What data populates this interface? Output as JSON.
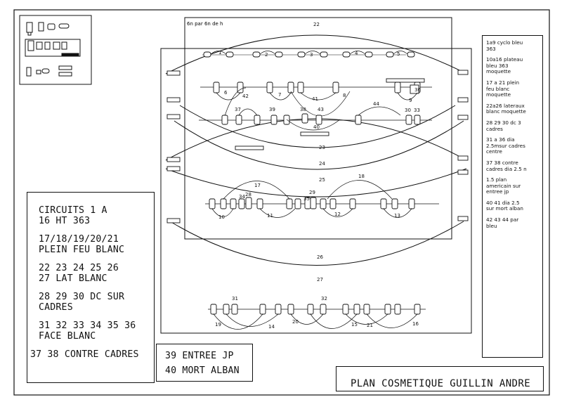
{
  "header_label": "6n par 6n de h",
  "circuit_numbers": {
    "n1": "1",
    "n2": "2",
    "n3": "3",
    "n4": "4",
    "n5": "5",
    "n6": "6",
    "n7": "7",
    "n8": "8",
    "n9": "9",
    "n10": "10",
    "n11": "11",
    "n12": "12",
    "n13": "13",
    "n14": "14",
    "n15": "15",
    "n16": "16",
    "n17": "17",
    "n18": "18",
    "n19": "19",
    "n20": "20",
    "n21": "21",
    "n22": "22",
    "n23": "23",
    "n24": "24",
    "n25": "25",
    "n26": "26",
    "n27": "27",
    "n28": "28",
    "n29": "29",
    "n30": "30",
    "n31": "31",
    "n32": "32",
    "n33": "33",
    "n34": "34",
    "n35": "35",
    "n36": "36",
    "n37": "37",
    "n38": "38",
    "n39": "39",
    "n40": "40",
    "n41": "41",
    "n42": "42",
    "n43": "43",
    "n44": "44"
  },
  "circuits_legend": {
    "g1": [
      "CIRCUITS 1 A",
      "16 HT 363"
    ],
    "g2": [
      "17/18/19/20/21",
      "PLEIN FEU BLANC"
    ],
    "g3": [
      "22 23 24 25 26",
      "27 LAT BLANC"
    ],
    "g4": [
      "28 29 30 DC SUR",
      "CADRES"
    ],
    "g5": [
      "31 32 33 34 35 36",
      "FACE BLANC"
    ],
    "g6": [
      "37 38 CONTRE CADRES"
    ]
  },
  "entries": [
    "39 ENTREE JP",
    "40 MORT ALBAN"
  ],
  "legend_right": [
    "1a9 cyclo bleu\n363",
    "10a16 plateau\nbleu 363\nmoquette",
    "17 a 21 plein\nfeu blanc\nmoquette",
    "22a26 lateraux\nblanc moquette",
    "28 29 30 dc 3\ncadres",
    "31 a 36 dia\n2.5msur cadres\ncentre",
    "37 38 contre\ncadres dia 2.5 n",
    "1.5 plan\namericain sur\nentree jp",
    "40 41 dia 2.5\nsur mort alban",
    "42 43 44 par\nbleu"
  ],
  "title": "PLAN COSMETIQUE GUILLIN ANDRE"
}
